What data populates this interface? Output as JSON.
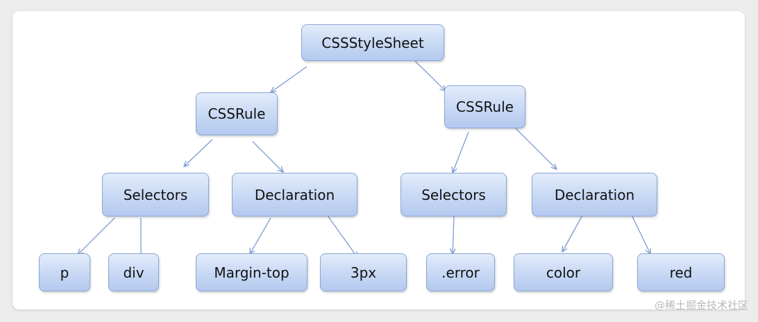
{
  "diagram": {
    "root": "CSSStyleSheet",
    "rule_left": "CSSRule",
    "rule_right": "CSSRule",
    "selectors_left": "Selectors",
    "declaration_left": "Declaration",
    "selectors_right": "Selectors",
    "declaration_right": "Declaration",
    "leaf_p": "p",
    "leaf_div": "div",
    "leaf_margin_top": "Margin-top",
    "leaf_3px": "3px",
    "leaf_error": ".error",
    "leaf_color": "color",
    "leaf_red": "red"
  },
  "watermark": "@稀土掘金技术社区",
  "colors": {
    "node_fill": "#c7d8f4",
    "node_border": "#8aa6d3",
    "edge": "#7c9bd0"
  }
}
